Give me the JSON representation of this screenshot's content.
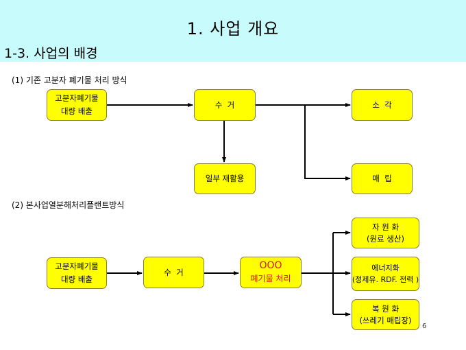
{
  "header": {
    "title": "1. 사업 개요",
    "subtitle": "1-3.  사업의 배경"
  },
  "colors": {
    "header_bg": "#c8fbfc",
    "box_fill": "#ffff00",
    "highlight_text": "#e01010"
  },
  "section1": {
    "label": "(1)  기존 고분자 폐기물 처리 방식",
    "source": {
      "line1": "고분자폐기물",
      "line2": "대량 배출"
    },
    "collect": "수  거",
    "recycle": "일부 재활용",
    "incinerate": "소  각",
    "landfill": "매  립"
  },
  "section2": {
    "label": "(2) 본사업열분해처리플랜트방식",
    "source": {
      "line1": "고분자폐기물",
      "line2": "대량 배출"
    },
    "collect": "수  거",
    "process": {
      "line1": "OOO",
      "line2": "폐기물 처리"
    },
    "outputs": [
      {
        "line1": "자 원 화",
        "line2": "(원료 생산)"
      },
      {
        "line1": "에너지화",
        "line2": "(정제유. RDF. 전력 )"
      },
      {
        "line1": "복 원 화",
        "line2": "(쓰레기 매립장)"
      }
    ]
  },
  "page_number": "6"
}
